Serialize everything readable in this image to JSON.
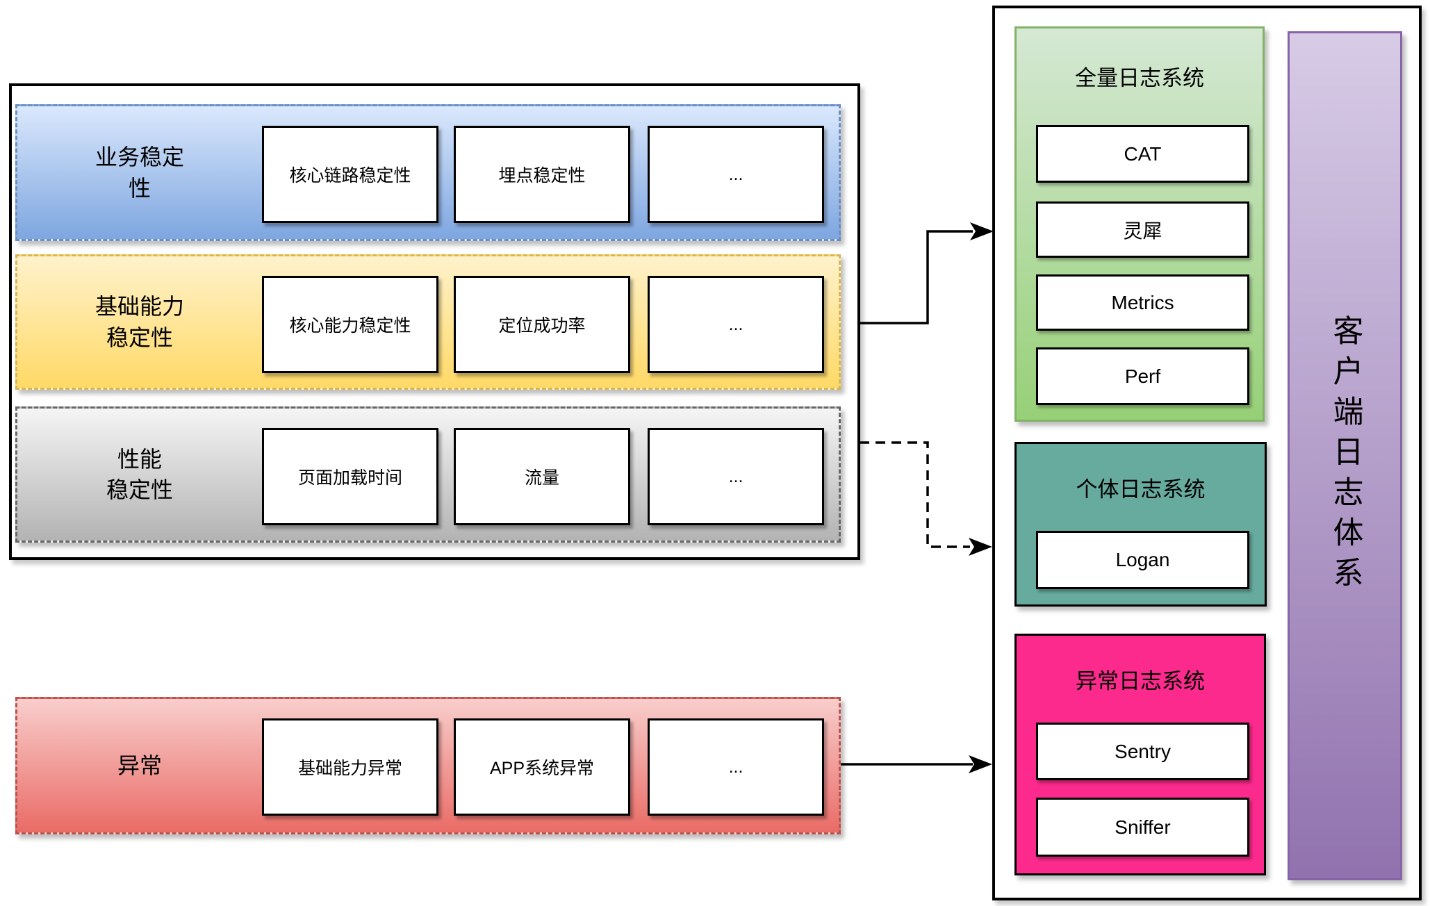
{
  "left_panel": {
    "rows": [
      {
        "label_lines": [
          "业务稳定",
          "性"
        ],
        "items": [
          "核心链路稳定性",
          "埋点稳定性",
          "..."
        ]
      },
      {
        "label_lines": [
          "基础能力",
          "稳定性"
        ],
        "items": [
          "核心能力稳定性",
          "定位成功率",
          "..."
        ]
      },
      {
        "label_lines": [
          "性能",
          "稳定性"
        ],
        "items": [
          "页面加载时间",
          "流量",
          "..."
        ]
      }
    ]
  },
  "exception_row": {
    "label_lines": [
      "异常"
    ],
    "items": [
      "基础能力异常",
      "APP系统异常",
      "..."
    ]
  },
  "right_panel": {
    "groups": [
      {
        "title": "全量日志系统",
        "items": [
          "CAT",
          "灵犀",
          "Metrics",
          "Perf"
        ]
      },
      {
        "title": "个体日志系统",
        "items": [
          "Logan"
        ]
      },
      {
        "title": "异常日志系统",
        "items": [
          "Sentry",
          "Sniffer"
        ]
      }
    ],
    "side_label": "客户端日志体系"
  },
  "colors": {
    "blue_top": "#dae8fc",
    "blue_bottom": "#7ea6e0",
    "blue_stroke": "#6c8ebf",
    "yellow_top": "#fff2cc",
    "yellow_bottom": "#ffd966",
    "yellow_stroke": "#d6b656",
    "gray_top": "#f5f5f5",
    "gray_bottom": "#b3b3b3",
    "gray_stroke": "#666666",
    "red_top": "#f8cecc",
    "red_bottom": "#ea6b66",
    "red_stroke": "#b85450",
    "green_top": "#d5e8d4",
    "green_bottom": "#97d077",
    "green_stroke": "#82b366",
    "teal_fill": "#67ab9f",
    "pink_fill": "#fb2a8c",
    "purple_top": "#d7cbe6",
    "purple_bottom": "#9172ae",
    "purple_stroke": "#8764a8",
    "box_stroke": "#000000",
    "arrow": "#000000"
  }
}
